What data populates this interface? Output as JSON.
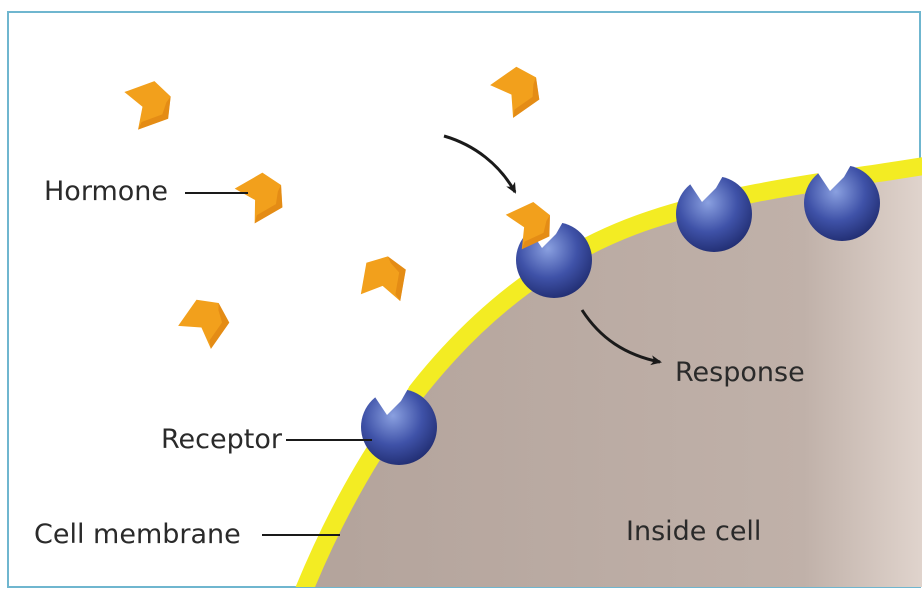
{
  "diagram": {
    "labels": {
      "hormone": "Hormone",
      "receptor": "Receptor",
      "cell_membrane": "Cell membrane",
      "response": "Response",
      "inside_cell": "Inside cell"
    },
    "colors": {
      "frame": "#6fb6cf",
      "cell_interior": "#b8a79f",
      "membrane": "#f3ec23",
      "receptor": "#2e3d93",
      "receptor_highlight": "#6f86d1",
      "hormone": "#f2a01c",
      "hormone_shade": "#d97c10",
      "arrow": "#1a1a1a",
      "leader_line": "#1a1a1a"
    },
    "icons": {
      "hormone": "hormone-molecule-icon",
      "receptor": "receptor-protein-icon",
      "arrow": "curved-arrow-icon"
    }
  }
}
